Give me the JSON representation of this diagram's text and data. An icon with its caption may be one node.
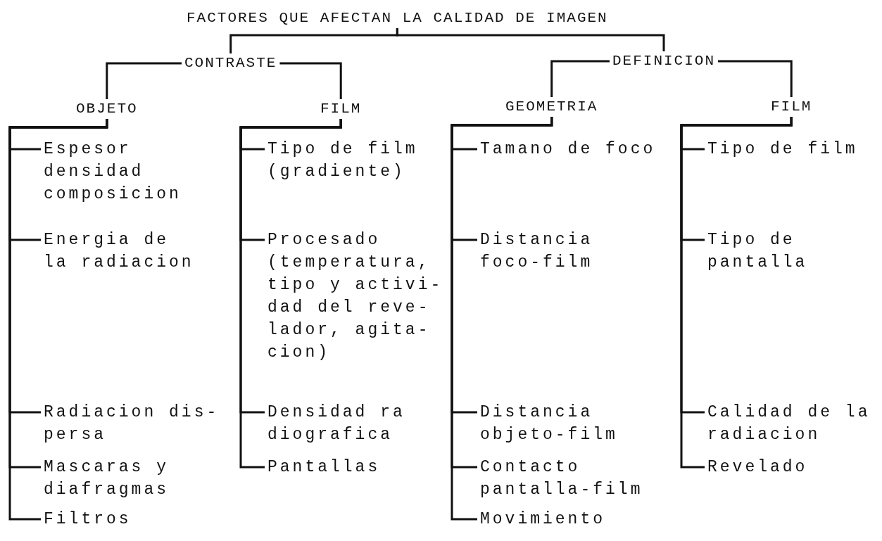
{
  "diagram": {
    "nodes": [
      {
        "text": [
          "FACTORES QUE AFECTAN LA CALIDAD DE IMAGEN"
        ]
      },
      {
        "text": [
          "CONTRASTE"
        ]
      },
      {
        "text": [
          "DEFINICION"
        ]
      },
      {
        "text": [
          "OBJETO"
        ]
      },
      {
        "text": [
          "FILM"
        ]
      },
      {
        "text": [
          "GEOMETRIA"
        ]
      },
      {
        "text": [
          "FILM"
        ]
      },
      {
        "text": [
          "Espesor densidad composicion"
        ]
      },
      {
        "text": [
          "Energia de la radiacion"
        ]
      },
      {
        "text": [
          "Radiacion dis- persa"
        ]
      },
      {
        "text": [
          "Mascaras y diafragmas"
        ]
      },
      {
        "text": [
          "Filtros"
        ]
      },
      {
        "text": [
          "Tipo de film (gradiente)"
        ]
      },
      {
        "text": [
          "Procesado (temperatura, tipo y activi- dad del reve- lador, agita- cion)"
        ]
      },
      {
        "text": [
          "Densidad ra diografica"
        ]
      },
      {
        "text": [
          "Pantallas"
        ]
      },
      {
        "text": [
          "Tamano de foco"
        ]
      },
      {
        "text": [
          "Distancia foco-film"
        ]
      },
      {
        "text": [
          "Distancia objeto-film"
        ]
      },
      {
        "text": [
          "Contacto pantalla-film"
        ]
      },
      {
        "text": [
          "Movimiento"
        ]
      },
      {
        "text": [
          "Tipo de film"
        ]
      },
      {
        "text": [
          "Tipo de pantalla"
        ]
      },
      {
        "text": [
          "Calidad de la radiacion"
        ]
      },
      {
        "text": [
          "Revelado"
        ]
      }
    ],
    "edges": [
      {
        "from": 0,
        "to": 1,
        "arrow": "none"
      },
      {
        "from": 0,
        "to": 2,
        "arrow": "none"
      },
      {
        "from": 1,
        "to": 3,
        "arrow": "none"
      },
      {
        "from": 1,
        "to": 4,
        "arrow": "none"
      },
      {
        "from": 2,
        "to": 5,
        "arrow": "none"
      },
      {
        "from": 2,
        "to": 6,
        "arrow": "none"
      },
      {
        "from": 3,
        "to": 7,
        "arrow": "none"
      },
      {
        "from": 3,
        "to": 8,
        "arrow": "none"
      },
      {
        "from": 3,
        "to": 9,
        "arrow": "none"
      },
      {
        "from": 3,
        "to": 10,
        "arrow": "none"
      },
      {
        "from": 3,
        "to": 11,
        "arrow": "none"
      },
      {
        "from": 4,
        "to": 12,
        "arrow": "none"
      },
      {
        "from": 4,
        "to": 13,
        "arrow": "none"
      },
      {
        "from": 4,
        "to": 14,
        "arrow": "none"
      },
      {
        "from": 4,
        "to": 15,
        "arrow": "none"
      },
      {
        "from": 5,
        "to": 16,
        "arrow": "none"
      },
      {
        "from": 5,
        "to": 17,
        "arrow": "none"
      },
      {
        "from": 5,
        "to": 18,
        "arrow": "none"
      },
      {
        "from": 5,
        "to": 19,
        "arrow": "none"
      },
      {
        "from": 5,
        "to": 20,
        "arrow": "none"
      },
      {
        "from": 6,
        "to": 21,
        "arrow": "none"
      },
      {
        "from": 6,
        "to": 22,
        "arrow": "none"
      },
      {
        "from": 6,
        "to": 23,
        "arrow": "none"
      },
      {
        "from": 6,
        "to": 24,
        "arrow": "none"
      }
    ]
  }
}
